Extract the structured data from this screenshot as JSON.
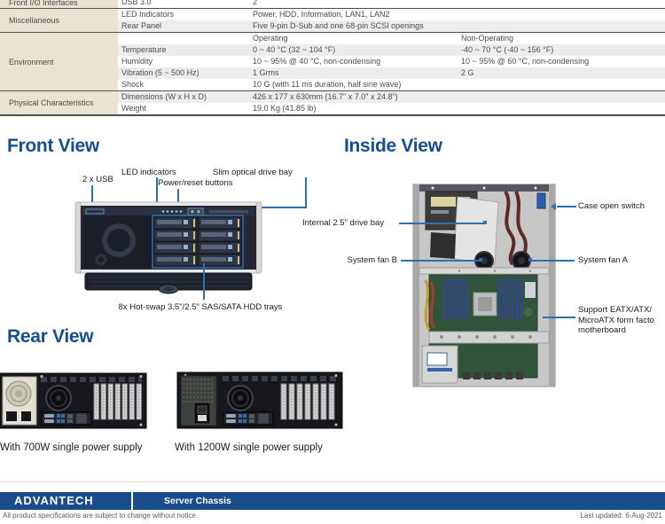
{
  "colors": {
    "accent_blue": "#2e6fb2",
    "heading_blue": "#164e90",
    "footer_blue": "#1a4c8a",
    "category_beige": "#eae3d3",
    "row_alt_gray": "#ededed"
  },
  "spec_table": {
    "groups": [
      {
        "category": "Front I/O Interfaces",
        "rows": [
          {
            "attr": "USB 3.0",
            "val": "2",
            "val2": ""
          }
        ]
      },
      {
        "category": "Miscellaneous",
        "rows": [
          {
            "attr": "LED Indicators",
            "val": "Power, HDD, Information, LAN1, LAN2",
            "val2": ""
          },
          {
            "attr": "Rear Panel",
            "val": "Five 9-pin D-Sub and one 68-pin SCSI openings",
            "val2": ""
          }
        ]
      },
      {
        "category": "Environment",
        "rows": [
          {
            "attr": "",
            "val": "Operating",
            "val2": "Non-Operating"
          },
          {
            "attr": "Temperature",
            "val": "0 ~ 40 °C (32 ~ 104 °F)",
            "val2": "-40 ~ 70 °C (-40 ~ 156 °F)"
          },
          {
            "attr": "Humidity",
            "val": "10 ~ 95% @ 40 °C, non-condensing",
            "val2": "10 ~ 95% @ 60 °C, non-condensing"
          },
          {
            "attr": "Vibration (5 ~ 500 Hz)",
            "val": "1 Grms",
            "val2": "2 G"
          },
          {
            "attr": "Shock",
            "val": "10 G (with 11 ms duration, half sine wave)",
            "val2": ""
          }
        ]
      },
      {
        "category": "Physical Characteristics",
        "rows": [
          {
            "attr": "Dimensions (W x H x D)",
            "val": "426 x 177 x 630mm (16.7\" x 7.0\" x 24.8\")",
            "val2": ""
          },
          {
            "attr": "Weight",
            "val": "19.0 Kg (41.85 lb)",
            "val2": ""
          }
        ]
      }
    ]
  },
  "front_view": {
    "title": "Front View",
    "label_usb": "2 x USB",
    "label_led": "LED indicators",
    "label_power": "Power/reset buttons",
    "label_optical": "Slim optical drive bay",
    "label_hdd": "8x Hot-swap 3.5\"/2.5\" SAS/SATA HDD trays"
  },
  "inside_view": {
    "title": "Inside View",
    "label_case_open": "Case open switch",
    "label_drive_bay": "Internal 2.5\" drive bay",
    "label_fan_b": "System fan B",
    "label_fan_a": "System fan A",
    "label_mb_line1": "Support EATX/ATX/",
    "label_mb_line2": "MicroATX form facto",
    "label_mb_line3": "motherboard"
  },
  "rear_view": {
    "title": "Rear View",
    "caption_700w": "With 700W single power supply",
    "caption_1200w": "With 1200W single power supply"
  },
  "footer": {
    "logo": "ADVANTECH",
    "section": "Server Chassis",
    "disclaimer": "All product specifications are subject to change without notice.",
    "last_updated": "Last updated: 6-Aug-2021"
  }
}
